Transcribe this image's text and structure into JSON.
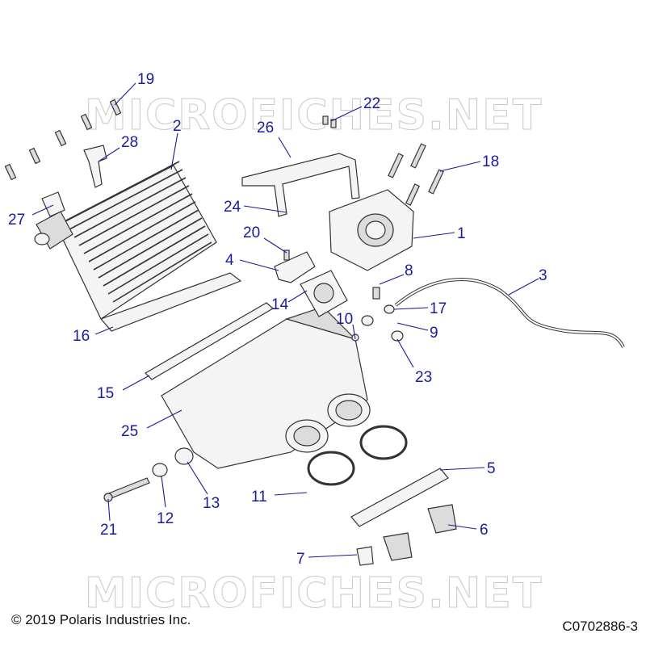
{
  "watermark": "MICROFICHES.NET",
  "copyright": "© 2019 Polaris Industries Inc.",
  "figure_code": "C0702886-3",
  "callouts": {
    "c1": "1",
    "c2": "2",
    "c3": "3",
    "c4": "4",
    "c5": "5",
    "c6": "6",
    "c7": "7",
    "c8": "8",
    "c9": "9",
    "c10": "10",
    "c11": "11",
    "c12": "12",
    "c13": "13",
    "c14": "14",
    "c15": "15",
    "c16": "16",
    "c17": "17",
    "c18": "18",
    "c19": "19",
    "c20": "20",
    "c21": "21",
    "c22": "22",
    "c23": "23",
    "c24": "24",
    "c25": "25",
    "c26": "26",
    "c27": "27",
    "c28": "28"
  }
}
